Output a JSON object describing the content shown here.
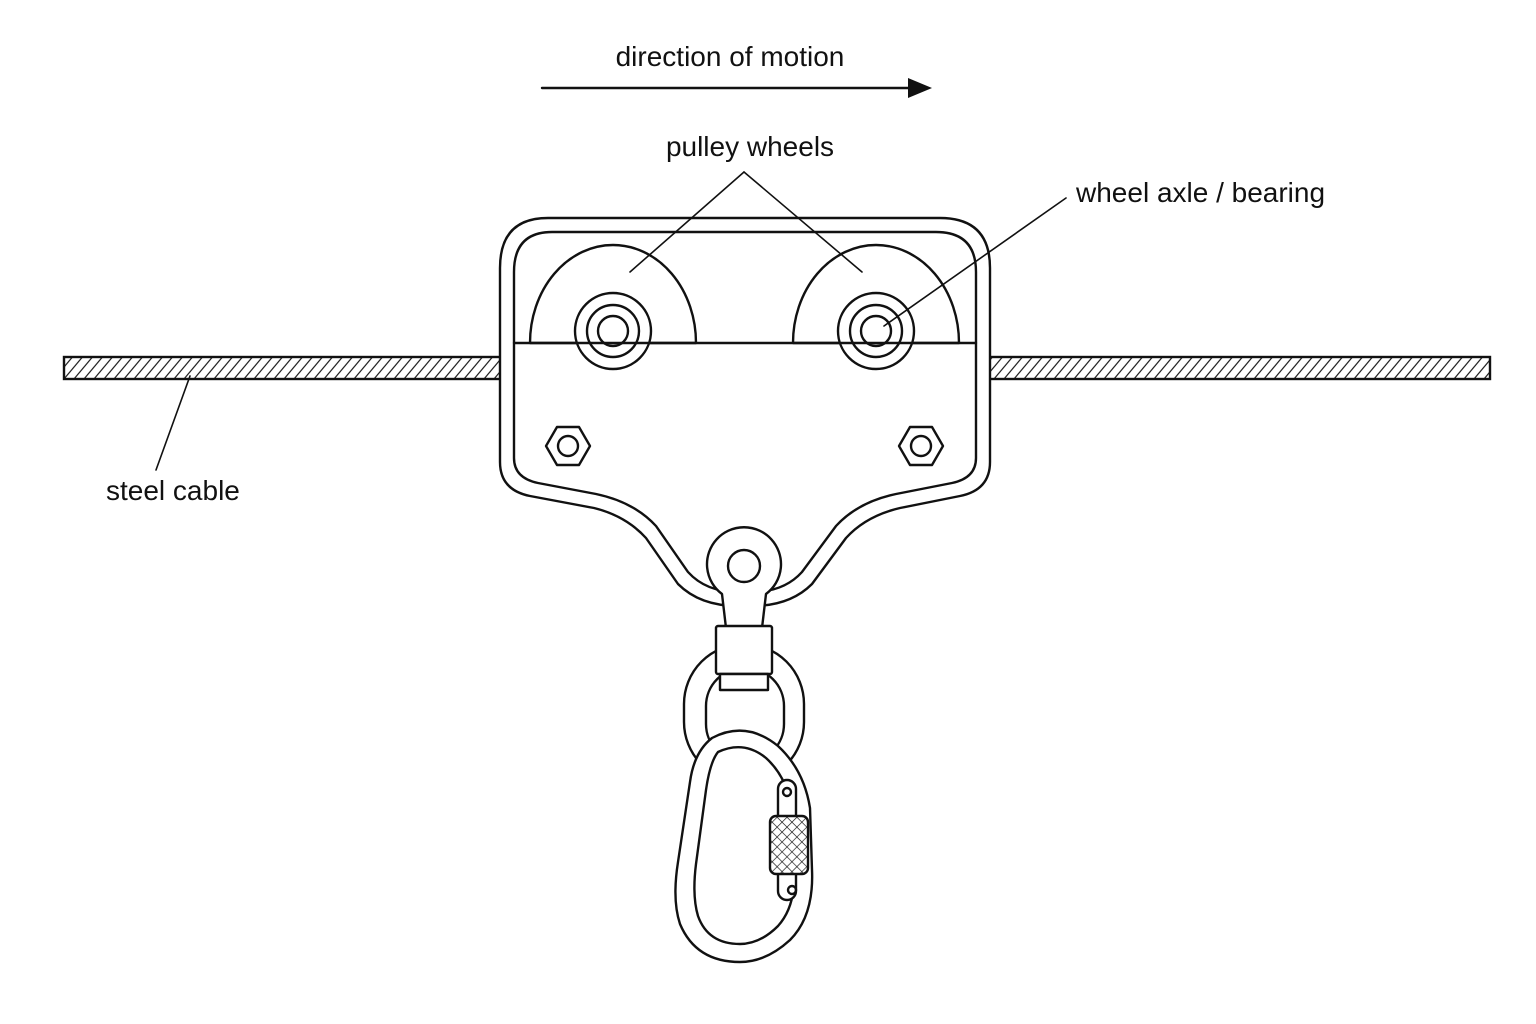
{
  "labels": {
    "direction": "direction of motion",
    "pulleys": "pulley wheels",
    "axle": "wheel axle / bearing",
    "cable": "steel cable"
  },
  "colors": {
    "line": "#111111",
    "background": "#ffffff"
  },
  "icons": {
    "direction_arrow": "arrow-right-icon"
  }
}
